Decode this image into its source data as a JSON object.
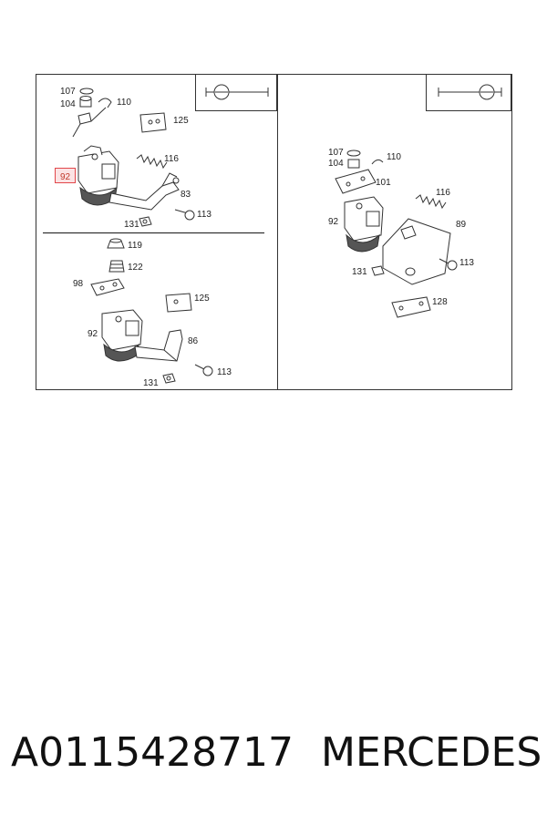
{
  "diagram": {
    "left_panel_top": {
      "labels": [
        "107",
        "104",
        "110",
        "125",
        "116",
        "92",
        "83",
        "113",
        "131"
      ]
    },
    "left_panel_bottom": {
      "labels": [
        "119",
        "122",
        "98",
        "125",
        "92",
        "86",
        "113",
        "131"
      ]
    },
    "right_panel": {
      "labels": [
        "107",
        "104",
        "110",
        "101",
        "116",
        "92",
        "89",
        "131",
        "113",
        "128"
      ]
    },
    "highlighted_label": "92"
  },
  "footer": {
    "part_number": "A0115428717",
    "brand": "MERCEDES"
  },
  "colors": {
    "line": "#333333",
    "highlight": "#e2474b",
    "highlight_fill": "#fbe3e4"
  }
}
